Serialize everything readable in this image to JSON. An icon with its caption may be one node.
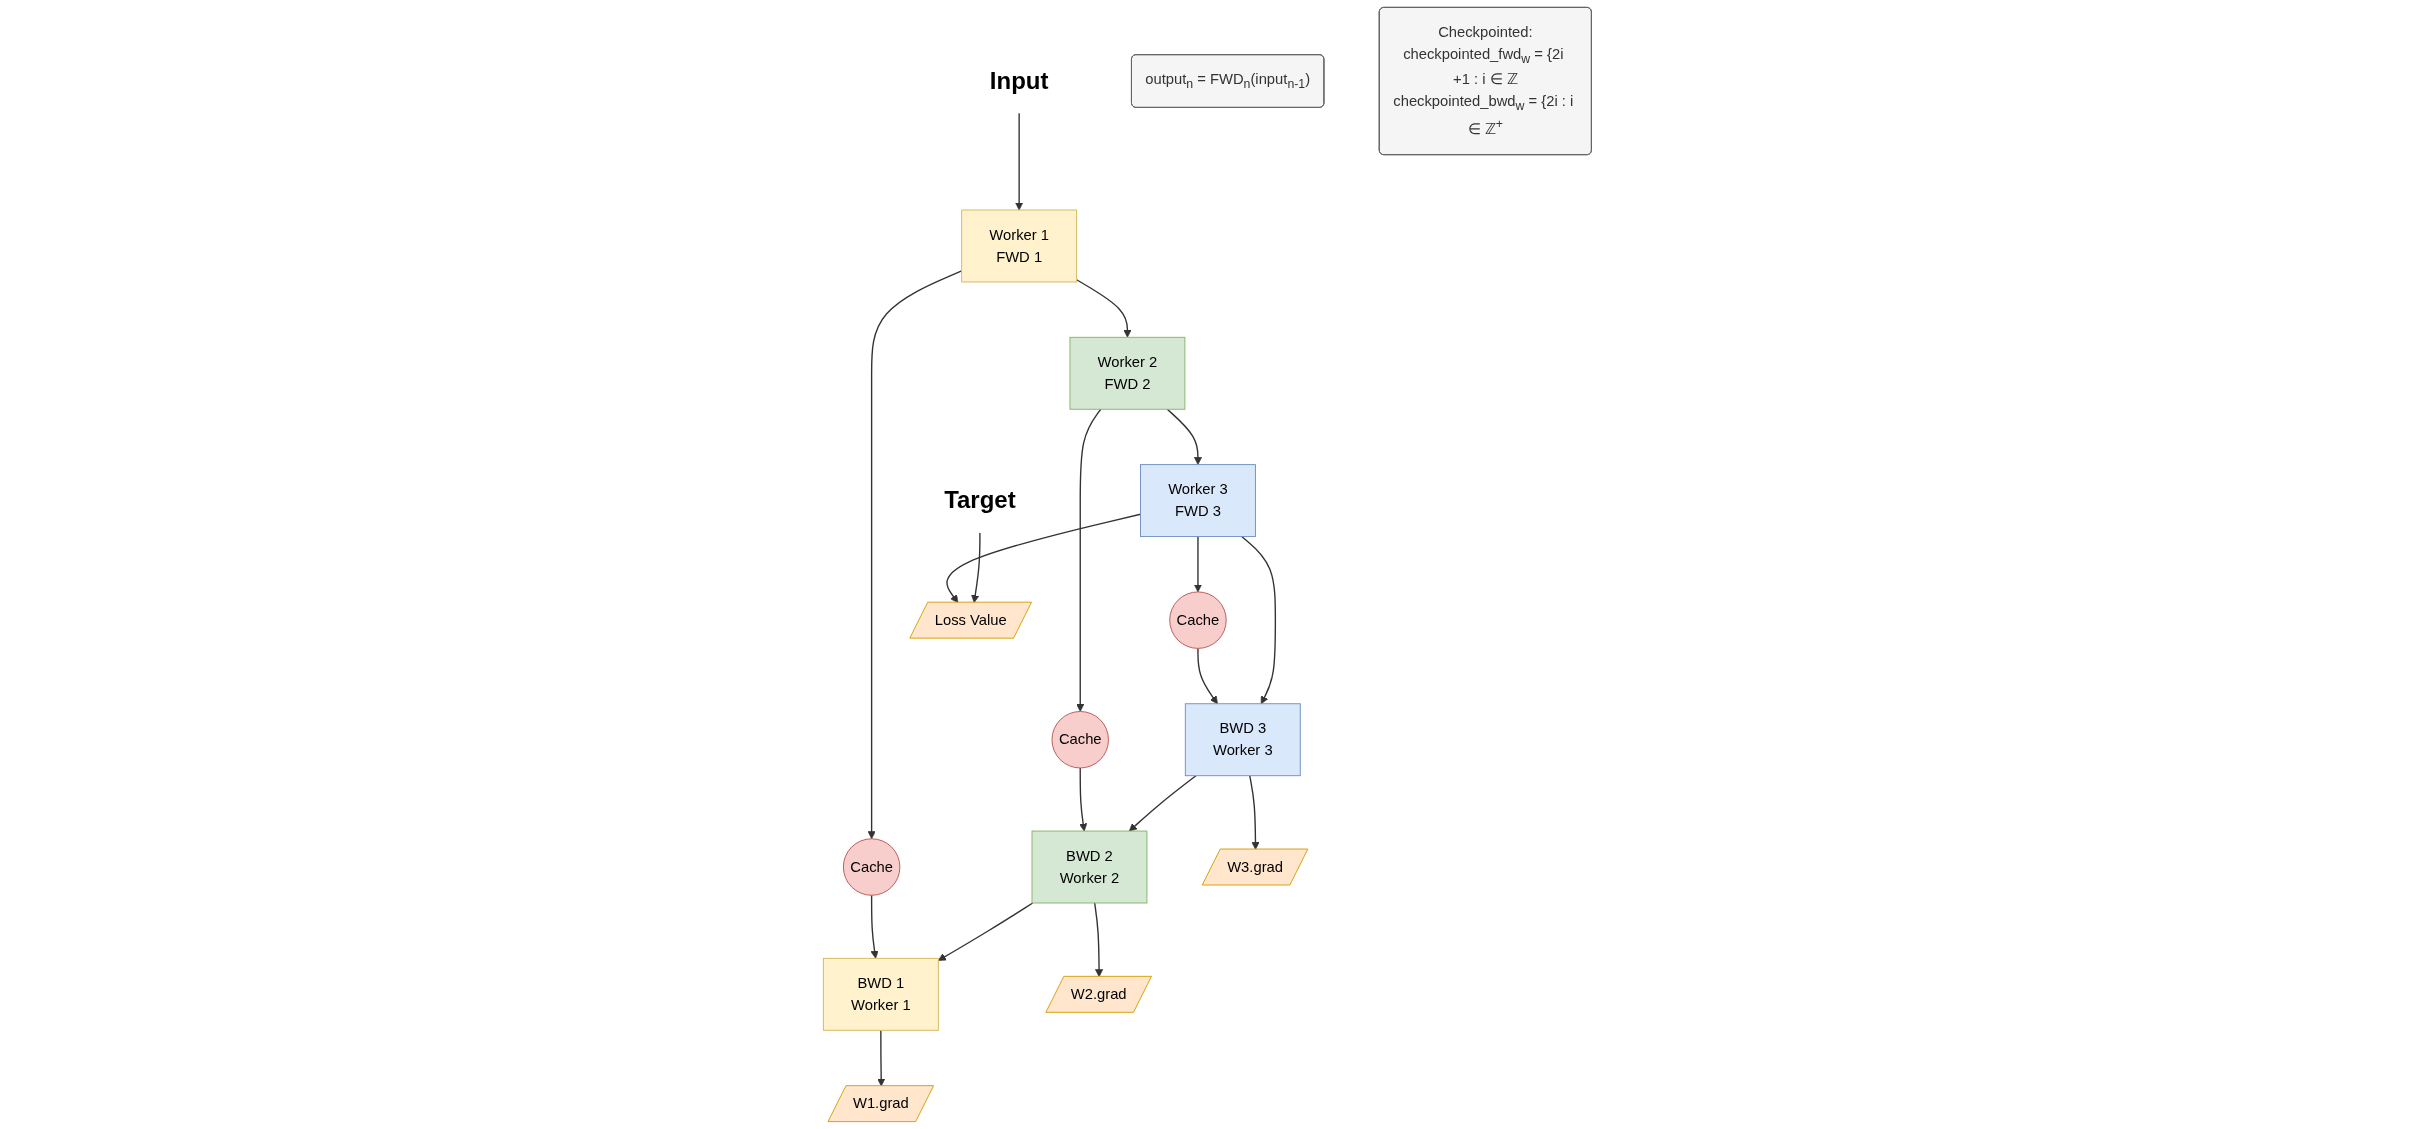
{
  "diagram": {
    "nodes": [
      {
        "text": [
          "Input"
        ]
      },
      {
        "text": [
          "Worker 1",
          "FWD 1"
        ]
      },
      {
        "text": [
          "Worker 2",
          "FWD 2"
        ]
      },
      {
        "text": [
          "Worker 3",
          "FWD 3"
        ]
      },
      {
        "text": [
          "Cache"
        ]
      },
      {
        "text": [
          "Cache"
        ]
      },
      {
        "text": [
          "Cache"
        ]
      },
      {
        "text": [
          "BWD 1",
          "Worker 1"
        ]
      },
      {
        "text": [
          "BWD 2",
          "Worker 2"
        ]
      },
      {
        "text": [
          "BWD 3",
          "Worker 3"
        ]
      },
      {
        "text": [
          "Target"
        ]
      },
      {
        "text": [
          "Loss Value"
        ]
      },
      {
        "text": [
          "W1.grad"
        ]
      },
      {
        "text": [
          "W2.grad"
        ]
      },
      {
        "text": [
          "W3.grad"
        ]
      },
      {
        "text": [
          "output$_{n}$ = FWD$_{n}$(input$_{n-1}$)"
        ]
      },
      {
        "text": [
          "Checkpointed:",
          "checkpointed_fwd$_{w}$ = {2i +1 : i ∈ ℤ",
          "checkpointed_bwd$_{w}$ = {2i : i ∈ ℤ$^{+}$"
        ]
      }
    ],
    "edges": [
      {
        "from": 0,
        "to": 1,
        "arrow": "to"
      },
      {
        "from": 1,
        "to": 2,
        "arrow": "to"
      },
      {
        "from": 2,
        "to": 3,
        "arrow": "to"
      },
      {
        "from": 1,
        "to": 4,
        "arrow": "to"
      },
      {
        "from": 2,
        "to": 5,
        "arrow": "to"
      },
      {
        "from": 3,
        "to": 6,
        "arrow": "to"
      },
      {
        "from": 4,
        "to": 7,
        "arrow": "to"
      },
      {
        "from": 5,
        "to": 8,
        "arrow": "to"
      },
      {
        "from": 6,
        "to": 9,
        "arrow": "to"
      },
      {
        "from": 3,
        "to": 11,
        "arrow": "to"
      },
      {
        "from": 3,
        "to": 9,
        "arrow": "to"
      },
      {
        "from": 10,
        "to": 11,
        "arrow": "to"
      },
      {
        "from": 9,
        "to": 8,
        "arrow": "to"
      },
      {
        "from": 8,
        "to": 7,
        "arrow": "to"
      },
      {
        "from": 7,
        "to": 12,
        "arrow": "to"
      },
      {
        "from": 8,
        "to": 13,
        "arrow": "to"
      },
      {
        "from": 9,
        "to": 14,
        "arrow": "to"
      }
    ]
  }
}
